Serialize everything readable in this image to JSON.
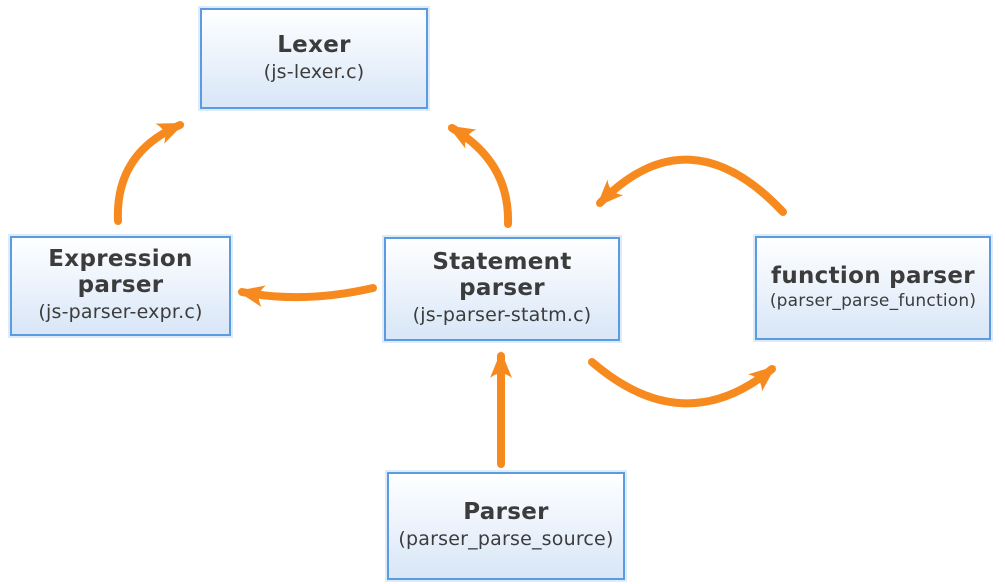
{
  "diagram": {
    "description": "Parser module architecture diagram",
    "nodes": {
      "lexer": {
        "title": "Lexer",
        "subtitle": "(js-lexer.c)"
      },
      "expression_parser": {
        "title": "Expression\nparser",
        "subtitle": "(js-parser-expr.c)"
      },
      "statement_parser": {
        "title": "Statement\nparser",
        "subtitle": "(js-parser-statm.c)"
      },
      "function_parser": {
        "title": "function parser",
        "subtitle": "(parser_parse_function)"
      },
      "parser": {
        "title": "Parser",
        "subtitle": "(parser_parse_source)"
      }
    },
    "edges": [
      {
        "from": "expression_parser",
        "to": "lexer"
      },
      {
        "from": "statement_parser",
        "to": "lexer"
      },
      {
        "from": "statement_parser",
        "to": "expression_parser"
      },
      {
        "from": "function_parser",
        "to": "statement_parser"
      },
      {
        "from": "statement_parser",
        "to": "function_parser"
      },
      {
        "from": "parser",
        "to": "statement_parser"
      }
    ],
    "colors": {
      "arrow": "#f78a1e",
      "node_border": "#5b9be0",
      "node_fill_top": "#feffff",
      "node_fill_bottom": "#d8e6f7",
      "text": "#3c3c3c",
      "background": "#ffffff"
    }
  }
}
